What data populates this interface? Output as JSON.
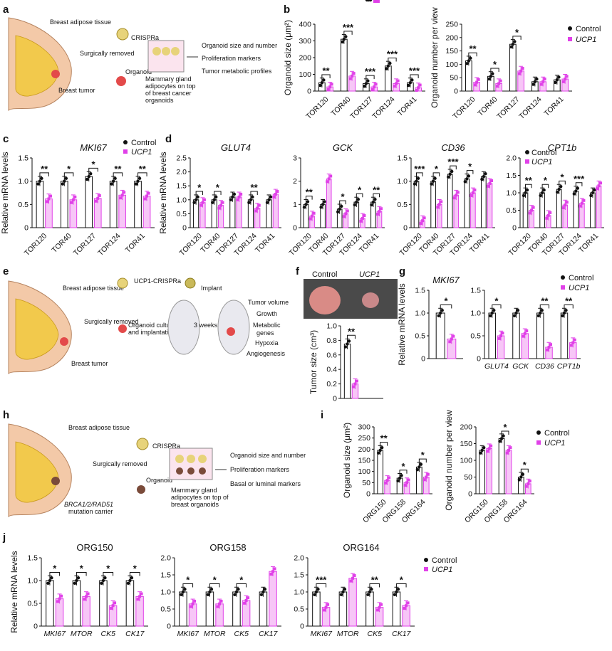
{
  "colors": {
    "control": "#111111",
    "ucp1": "#e040e8",
    "ucp1_fill": "#f7c6f7",
    "skin": "#f3c9a8",
    "fat": "#f2c94c",
    "tumor": "#e34a4a",
    "mouse": "#e9e9ef"
  },
  "panel_letters": [
    "a",
    "b",
    "c",
    "d",
    "e",
    "f",
    "g",
    "h",
    "i",
    "j"
  ],
  "legend": {
    "control": "Control",
    "ucp1": "UCP1"
  },
  "schematic_a": {
    "breast_adipose": "Breast adipose tissue",
    "surgically_removed": "Surgically removed",
    "breast_tumor": "Breast tumor",
    "crispra": "CRISPRa",
    "organoid": "Organoid",
    "mammary_caption": [
      "Mammary gland",
      "adipocytes on top",
      "of breast cancer",
      "organoids"
    ],
    "outputs": [
      "Organoid size and number",
      "Proliferation markers",
      "Tumor metabolic profiles"
    ]
  },
  "schematic_e": {
    "breast_adipose": "Breast adipose tissue",
    "surgically_removed": "Surgically removed",
    "breast_tumor": "Breast tumor",
    "crispra": "UCP1-CRISPRa",
    "implant": "Implant",
    "organoid_culture": [
      "Organoid culture",
      "and implantation"
    ],
    "weeks": "3 weeks",
    "outputs": [
      "Tumor volume",
      "Growth",
      "Metabolic",
      "genes",
      "Hypoxia",
      "Angiogenesis"
    ]
  },
  "schematic_h": {
    "breast_adipose": "Breast adipose tissue",
    "surgically_removed": "Surgically removed",
    "carrier": [
      "BRCA1/2/RAD51",
      "mutation carrier"
    ],
    "crispra": "CRISPRa",
    "organoid": "Organoid",
    "mammary_caption": [
      "Mammary gland",
      "adipocytes on top of",
      "breast  organoids"
    ],
    "outputs": [
      "Organoid size and number",
      "Proliferation markers",
      "Basal or luminal markers"
    ]
  },
  "photo_f": {
    "control": "Control",
    "ucp1": "UCP1"
  },
  "chart_data": [
    {
      "id": "b1",
      "type": "bar",
      "categories": [
        "TOR120",
        "TOR40",
        "TOR127",
        "TOR124",
        "TOR41"
      ],
      "series": [
        {
          "name": "Control",
          "values": [
            50,
            310,
            45,
            150,
            50
          ]
        },
        {
          "name": "UCP1",
          "values": [
            25,
            90,
            25,
            45,
            20
          ]
        }
      ],
      "ylabel": "Organoid size (μm²)",
      "ylim": [
        0,
        400
      ],
      "yticks": [
        0,
        100,
        200,
        300,
        400
      ],
      "sig": [
        "**",
        "***",
        "***",
        "***",
        "***"
      ]
    },
    {
      "id": "b2",
      "type": "bar",
      "categories": [
        "TOR120",
        "TOR40",
        "TOR127",
        "TOR124",
        "TOR41"
      ],
      "series": [
        {
          "name": "Control",
          "values": [
            113,
            55,
            175,
            35,
            42
          ]
        },
        {
          "name": "UCP1",
          "values": [
            33,
            28,
            75,
            35,
            45
          ]
        }
      ],
      "ylabel": "Organoid number per view",
      "ylim": [
        0,
        250
      ],
      "yticks": [
        0,
        50,
        100,
        150,
        200,
        250
      ],
      "sig": [
        "**",
        "*",
        "*",
        "",
        ""
      ]
    },
    {
      "id": "c",
      "type": "bar",
      "title": "MKI67",
      "categories": [
        "TOR120",
        "TOR40",
        "TOR127",
        "TOR124",
        "TOR41"
      ],
      "series": [
        {
          "name": "Control",
          "values": [
            1.0,
            1.0,
            1.1,
            1.0,
            1.0
          ]
        },
        {
          "name": "UCP1",
          "values": [
            0.62,
            0.6,
            0.63,
            0.7,
            0.68
          ]
        }
      ],
      "ylabel": "Relative mRNA levels",
      "ylim": [
        0,
        1.5
      ],
      "yticks": [
        0,
        0.5,
        1.0,
        1.5
      ],
      "sig": [
        "**",
        "*",
        "*",
        "**",
        "**"
      ]
    },
    {
      "id": "d1",
      "type": "bar",
      "title": "GLUT4",
      "categories": [
        "TOR120",
        "TOR40",
        "TOR127",
        "TOR124",
        "TOR41"
      ],
      "series": [
        {
          "name": "Control",
          "values": [
            1.0,
            1.0,
            1.1,
            1.0,
            1.0
          ]
        },
        {
          "name": "UCP1",
          "values": [
            0.9,
            0.8,
            1.1,
            0.7,
            1.2
          ]
        }
      ],
      "ylabel": "Relative mRNA levels",
      "ylim": [
        0,
        2.5
      ],
      "yticks": [
        0,
        0.5,
        1.0,
        1.5,
        2.0,
        2.5
      ],
      "sig": [
        "*",
        "*",
        "",
        "**",
        ""
      ]
    },
    {
      "id": "d2",
      "type": "bar",
      "title": "GCK",
      "categories": [
        "TOR120",
        "TOR40",
        "TOR127",
        "TOR124",
        "TOR41"
      ],
      "series": [
        {
          "name": "Control",
          "values": [
            1.0,
            1.0,
            0.8,
            1.1,
            1.1
          ]
        },
        {
          "name": "UCP1",
          "values": [
            0.5,
            2.1,
            0.6,
            0.4,
            0.7
          ]
        }
      ],
      "ylabel": "",
      "ylim": [
        0,
        3
      ],
      "yticks": [
        0,
        1,
        2,
        3
      ],
      "sig": [
        "**",
        "",
        "*",
        "*",
        "**"
      ]
    },
    {
      "id": "d3",
      "type": "bar",
      "title": "CD36",
      "categories": [
        "TOR120",
        "TOR40",
        "TOR127",
        "TOR124",
        "TOR41"
      ],
      "series": [
        {
          "name": "Control",
          "values": [
            1.0,
            1.0,
            1.15,
            1.05,
            1.1
          ]
        },
        {
          "name": "UCP1",
          "values": [
            0.15,
            0.5,
            0.7,
            0.75,
            0.95
          ]
        }
      ],
      "ylabel": "",
      "ylim": [
        0,
        1.5
      ],
      "yticks": [
        0,
        0.5,
        1.0,
        1.5
      ],
      "sig": [
        "***",
        "*",
        "***",
        "*",
        ""
      ]
    },
    {
      "id": "d4",
      "type": "bar",
      "title": "CPT1b",
      "categories": [
        "TOR120",
        "TOR40",
        "TOR127",
        "TOR124",
        "TOR41"
      ],
      "series": [
        {
          "name": "Control",
          "values": [
            1.0,
            1.0,
            1.1,
            1.05,
            1.0
          ]
        },
        {
          "name": "UCP1",
          "values": [
            0.5,
            0.35,
            0.65,
            0.7,
            1.2
          ]
        }
      ],
      "ylabel": "",
      "ylim": [
        0,
        2.0
      ],
      "yticks": [
        0,
        0.5,
        1.0,
        1.5,
        2.0
      ],
      "sig": [
        "**",
        "*",
        "*",
        "***",
        ""
      ]
    },
    {
      "id": "f",
      "type": "bar",
      "categories": [
        "Control",
        "UCP1"
      ],
      "series": [
        {
          "name": "Control",
          "values": [
            0.75
          ]
        },
        {
          "name": "UCP1",
          "values": [
            0.2
          ]
        }
      ],
      "ylabel": "Tumor size (cm³)",
      "ylim": [
        0,
        1.0
      ],
      "yticks": [
        0,
        0.2,
        0.4,
        0.6,
        0.8,
        1.0
      ],
      "sig": [
        "**"
      ]
    },
    {
      "id": "g1",
      "type": "bar",
      "title": "MKI67",
      "categories": [
        ""
      ],
      "series": [
        {
          "name": "Control",
          "values": [
            1.0
          ]
        },
        {
          "name": "UCP1",
          "values": [
            0.43
          ]
        }
      ],
      "ylabel": "Relative mRNA levels",
      "ylim": [
        0,
        1.5
      ],
      "yticks": [
        0,
        0.5,
        1.0,
        1.5
      ],
      "sig": [
        "*"
      ]
    },
    {
      "id": "g2",
      "type": "bar",
      "categories": [
        "GLUT4",
        "GCK",
        "CD36",
        "CPT1b"
      ],
      "series": [
        {
          "name": "Control",
          "values": [
            1.0,
            1.0,
            1.0,
            1.0
          ]
        },
        {
          "name": "UCP1",
          "values": [
            0.5,
            0.55,
            0.25,
            0.35
          ]
        }
      ],
      "ylabel": "",
      "ylim": [
        0,
        1.5
      ],
      "yticks": [
        0,
        0.5,
        1.0,
        1.5
      ],
      "sig": [
        "*",
        "",
        "**",
        "**"
      ]
    },
    {
      "id": "i1",
      "type": "bar",
      "categories": [
        "ORG150",
        "ORG158",
        "ORG164"
      ],
      "series": [
        {
          "name": "Control",
          "values": [
            195,
            70,
            120
          ]
        },
        {
          "name": "UCP1",
          "values": [
            60,
            50,
            75
          ]
        }
      ],
      "ylabel": "Organoid size (μm²)",
      "ylim": [
        0,
        300
      ],
      "yticks": [
        0,
        50,
        100,
        150,
        200,
        250,
        300
      ],
      "sig": [
        "**",
        "*",
        "*"
      ]
    },
    {
      "id": "i2",
      "type": "bar",
      "categories": [
        "ORG150",
        "ORG158",
        "ORG164"
      ],
      "series": [
        {
          "name": "Control",
          "values": [
            130,
            165,
            50
          ]
        },
        {
          "name": "UCP1",
          "values": [
            135,
            130,
            30
          ]
        }
      ],
      "ylabel": "Organoid number per view",
      "ylim": [
        0,
        200
      ],
      "yticks": [
        0,
        50,
        100,
        150,
        200
      ],
      "sig": [
        "",
        "*",
        "*"
      ]
    },
    {
      "id": "j1",
      "type": "bar",
      "title": "ORG150",
      "categories": [
        "MKI67",
        "MTOR",
        "CK5",
        "CK17"
      ],
      "series": [
        {
          "name": "Control",
          "values": [
            1.0,
            1.0,
            1.0,
            1.0
          ]
        },
        {
          "name": "UCP1",
          "values": [
            0.6,
            0.65,
            0.45,
            0.65
          ]
        }
      ],
      "ylabel": "Relative mRNA levels",
      "ylim": [
        0,
        1.5
      ],
      "yticks": [
        0,
        0.5,
        1.0,
        1.5
      ],
      "sig": [
        "*",
        "*",
        "*",
        "*"
      ]
    },
    {
      "id": "j2",
      "type": "bar",
      "title": "ORG158",
      "categories": [
        "MKI67",
        "MTOR",
        "CK5",
        "CK17"
      ],
      "series": [
        {
          "name": "Control",
          "values": [
            1.0,
            1.0,
            1.0,
            1.0
          ]
        },
        {
          "name": "UCP1",
          "values": [
            0.65,
            0.65,
            0.75,
            1.6
          ]
        }
      ],
      "ylabel": "",
      "ylim": [
        0,
        2.0
      ],
      "yticks": [
        0,
        0.5,
        1.0,
        1.5,
        2.0
      ],
      "sig": [
        "*",
        "*",
        "*",
        ""
      ]
    },
    {
      "id": "j3",
      "type": "bar",
      "title": "ORG164",
      "categories": [
        "MKI67",
        "MTOR",
        "CK5",
        "CK17"
      ],
      "series": [
        {
          "name": "Control",
          "values": [
            1.0,
            1.0,
            1.0,
            1.0
          ]
        },
        {
          "name": "UCP1",
          "values": [
            0.55,
            1.4,
            0.55,
            0.6
          ]
        }
      ],
      "ylabel": "",
      "ylim": [
        0,
        2.0
      ],
      "yticks": [
        0,
        0.5,
        1.0,
        1.5,
        2.0
      ],
      "sig": [
        "***",
        "",
        "**",
        "*"
      ]
    }
  ]
}
